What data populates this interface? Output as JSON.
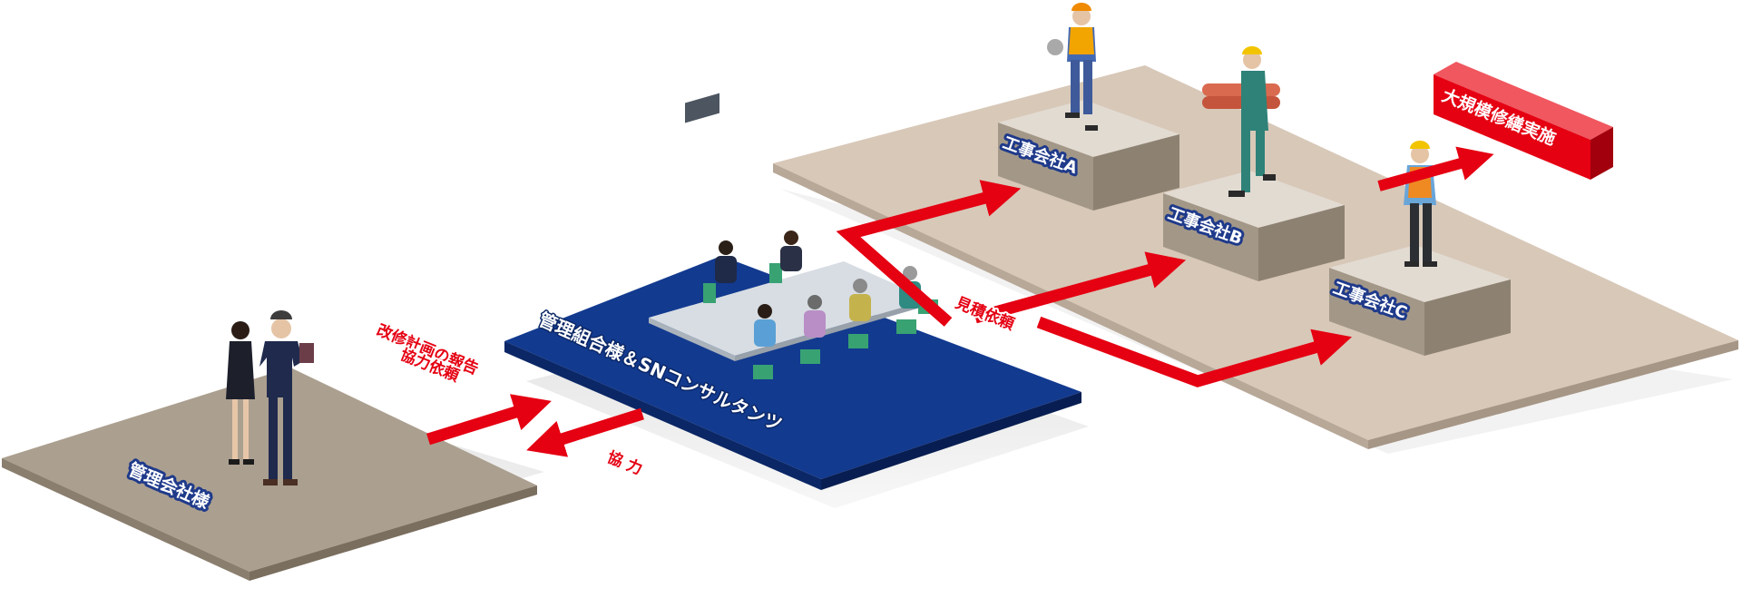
{
  "platforms": {
    "management_company": {
      "label": "管理会社様"
    },
    "association": {
      "label": "管理組合様＆SNコンサルタンツ"
    },
    "contractors": [
      {
        "label": "工事会社A"
      },
      {
        "label": "工事会社B"
      },
      {
        "label": "工事会社C"
      }
    ]
  },
  "arrows": {
    "report_line1": "改修計画の報告",
    "report_line2": "協力依頼",
    "cooperation": "協 力",
    "estimate": "見積依頼"
  },
  "goal": {
    "label": "大規模修繕実施"
  },
  "colors": {
    "navy_platform": "#123a8f",
    "gray_platform": "#ab9f8f",
    "beige_platform": "#d8c8b8",
    "arrow_red": "#e50012",
    "label_navy": "#1f3a8a"
  }
}
